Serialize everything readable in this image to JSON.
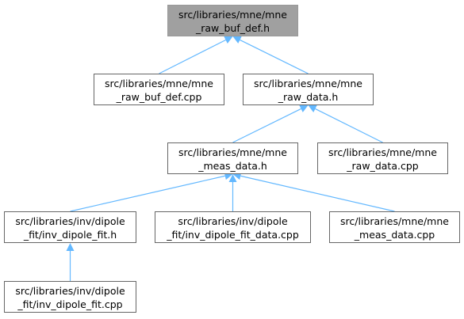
{
  "graph": {
    "edge_color": "#63b8ff",
    "root_fill": "#a0a0a0",
    "node_border": "#666666",
    "nodes": {
      "n0": {
        "lines": [
          "src/libraries/mne/mne",
          "_raw_buf_def.h"
        ]
      },
      "n1": {
        "lines": [
          "src/libraries/mne/mne",
          "_raw_buf_def.cpp"
        ]
      },
      "n2": {
        "lines": [
          "src/libraries/mne/mne",
          "_raw_data.h"
        ]
      },
      "n3": {
        "lines": [
          "src/libraries/mne/mne",
          "_meas_data.h"
        ]
      },
      "n4": {
        "lines": [
          "src/libraries/mne/mne",
          "_raw_data.cpp"
        ]
      },
      "n5": {
        "lines": [
          "src/libraries/inv/dipole",
          "_fit/inv_dipole_fit.h"
        ]
      },
      "n6": {
        "lines": [
          "src/libraries/inv/dipole",
          "_fit/inv_dipole_fit_data.cpp"
        ]
      },
      "n7": {
        "lines": [
          "src/libraries/mne/mne",
          "_meas_data.cpp"
        ]
      },
      "n8": {
        "lines": [
          "src/libraries/inv/dipole",
          "_fit/inv_dipole_fit.cpp"
        ]
      }
    },
    "edges": [
      [
        "n0",
        "n1"
      ],
      [
        "n0",
        "n2"
      ],
      [
        "n2",
        "n3"
      ],
      [
        "n2",
        "n4"
      ],
      [
        "n3",
        "n5"
      ],
      [
        "n3",
        "n6"
      ],
      [
        "n3",
        "n7"
      ],
      [
        "n5",
        "n8"
      ]
    ]
  }
}
